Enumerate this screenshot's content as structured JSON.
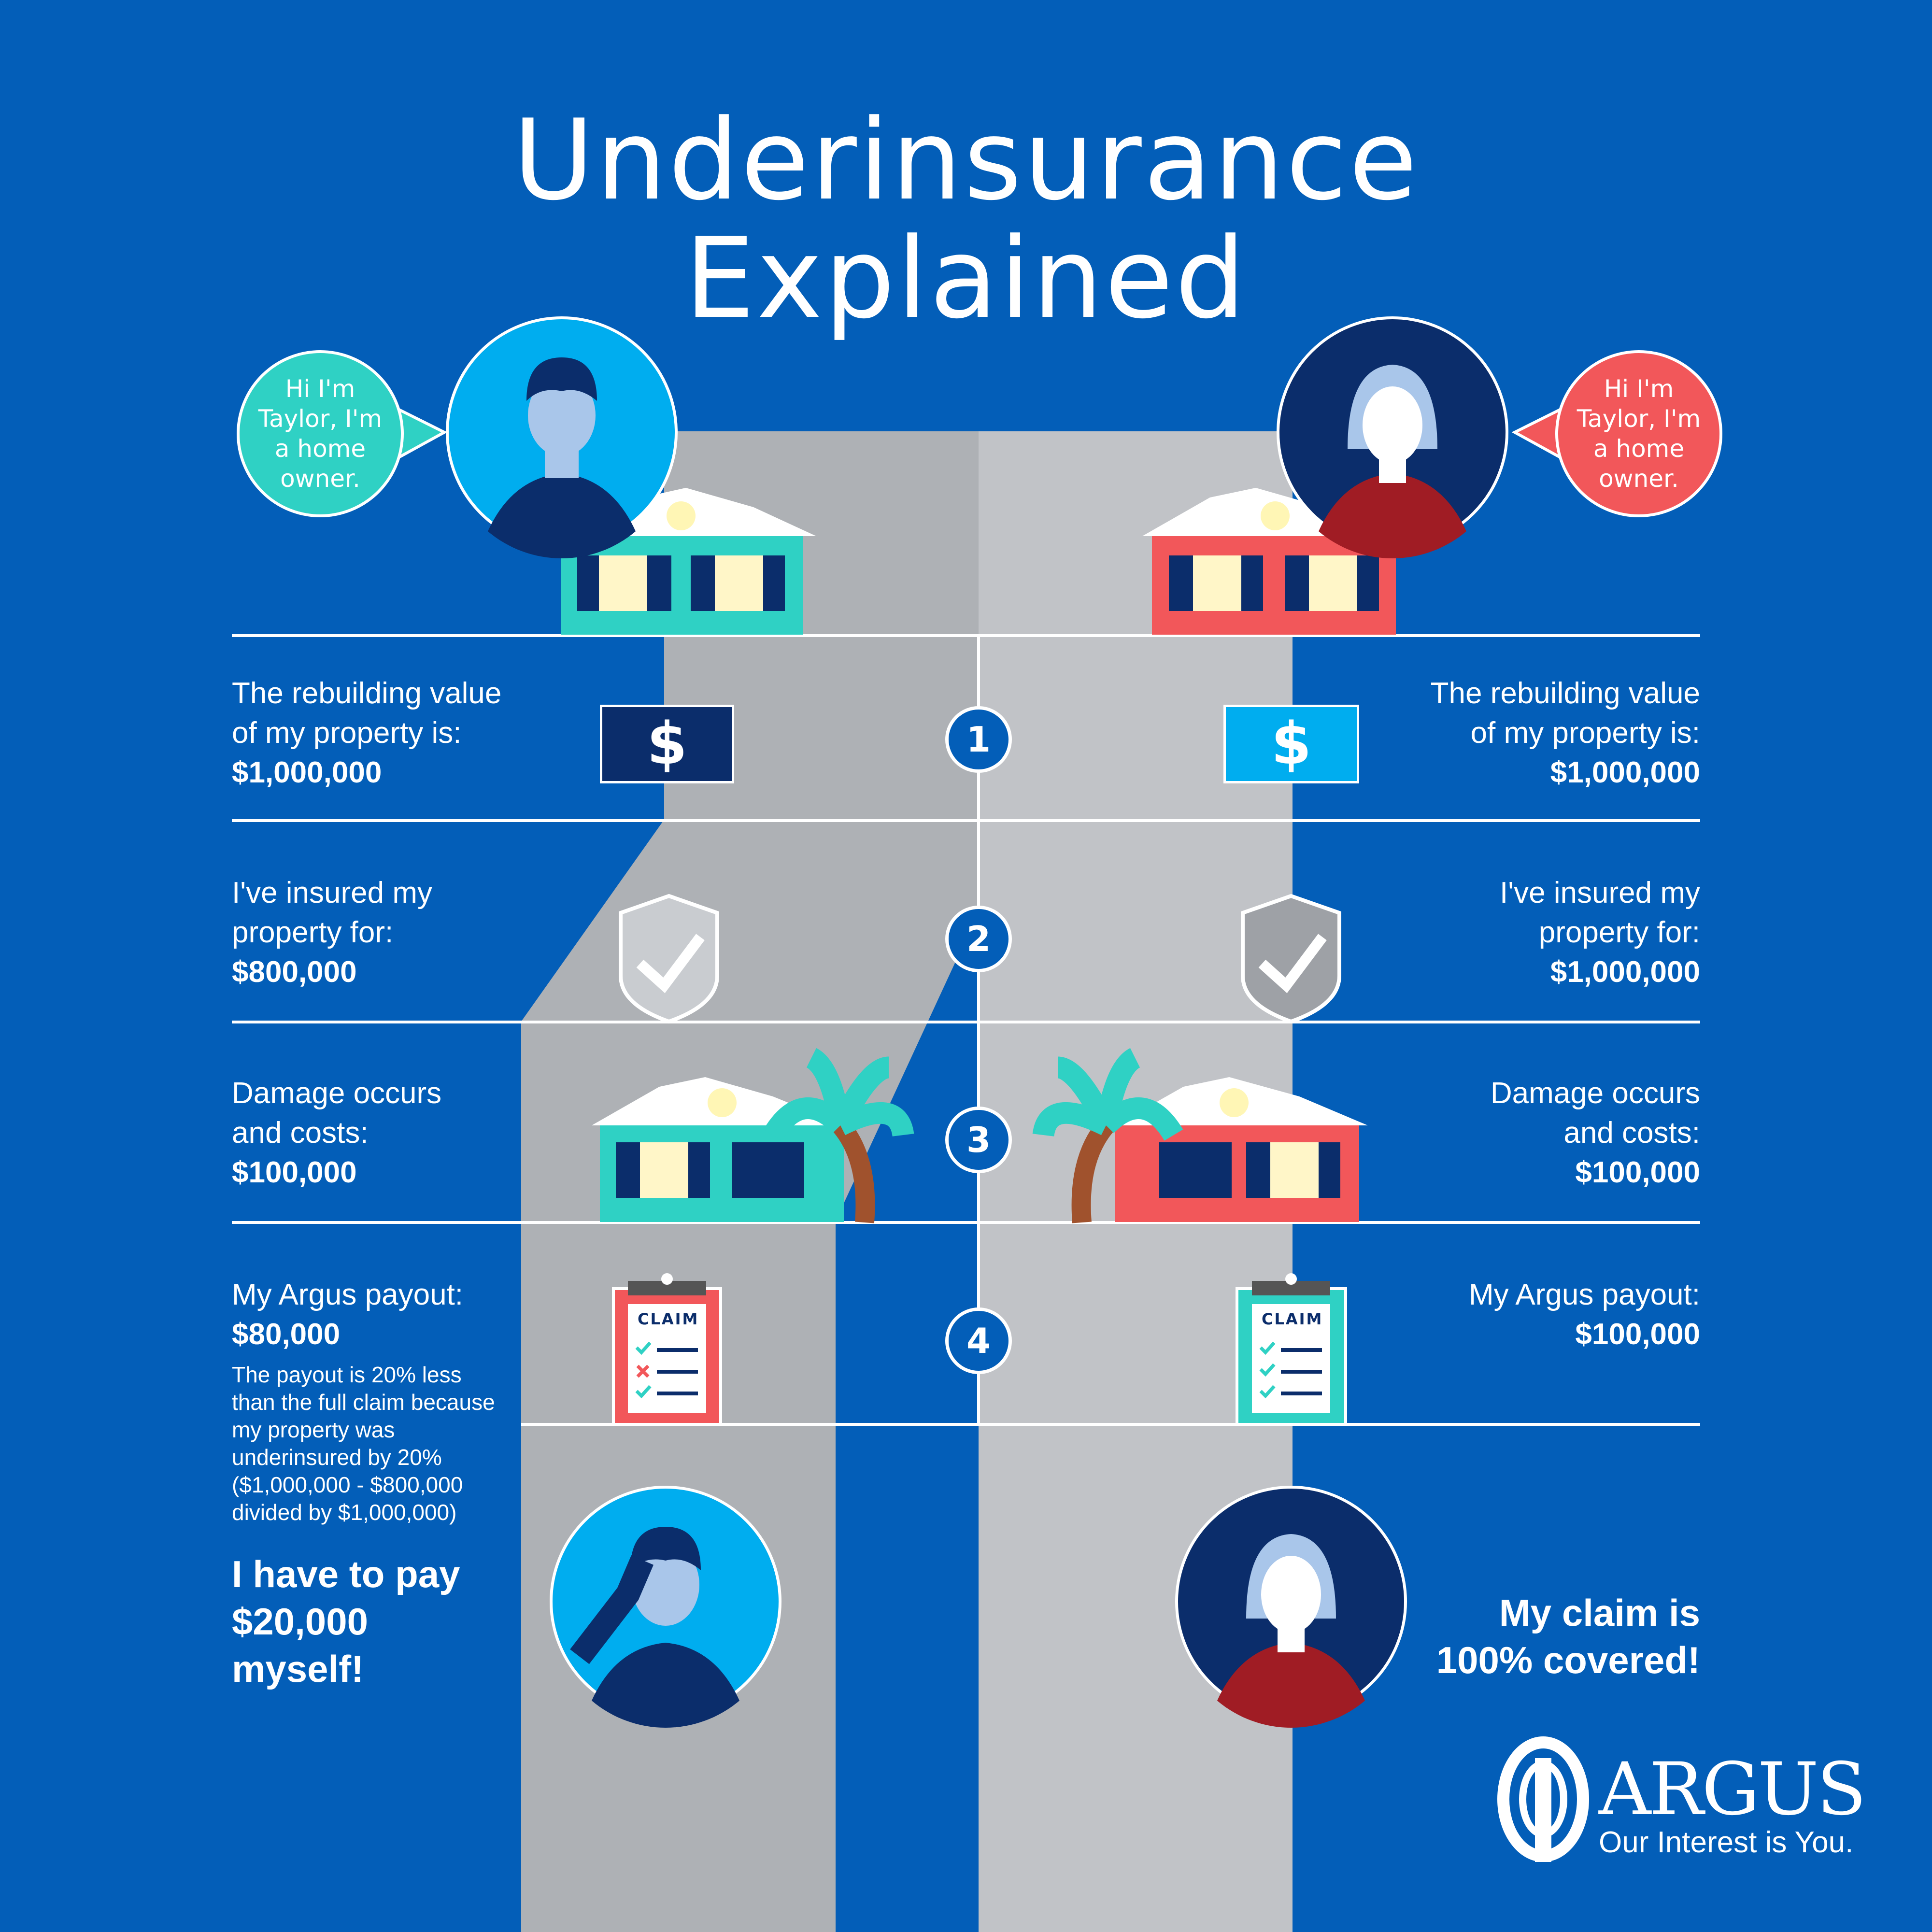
{
  "title": {
    "line1": "Underinsurance",
    "line2": "Explained"
  },
  "colors": {
    "background": "#035eb8",
    "teal": "#2fd1c4",
    "coral": "#f2575a",
    "navy": "#0b2d6b",
    "light_blue": "#00adef",
    "road_left": "#aeb1b5",
    "road_right": "#c1c3c7"
  },
  "left": {
    "bubble": "Hi I'm Taylor, I'm a home owner.",
    "step1": {
      "label1": "The rebuilding value",
      "label2": "of my property is:",
      "value": "$1,000,000"
    },
    "step2": {
      "label1": "I've insured my",
      "label2": "property for:",
      "value": "$800,000"
    },
    "step3": {
      "label1": "Damage occurs",
      "label2": "and costs:",
      "value": "$100,000"
    },
    "step4": {
      "label1": "My Argus payout:",
      "value": "$80,000",
      "note": "The payout is 20% less than the full claim because my property was underinsured by 20% ($1,000,000 - $800,000 divided by $1,000,000)"
    },
    "conclusion": {
      "l1": "I have to pay",
      "l2": "$20,000",
      "l3": "myself!"
    },
    "claim_label": "CLAIM"
  },
  "right": {
    "bubble": "Hi I'm Taylor, I'm a home owner.",
    "step1": {
      "label1": "The rebuilding value",
      "label2": "of my property is:",
      "value": "$1,000,000"
    },
    "step2": {
      "label1": "I've insured my",
      "label2": "property for:",
      "value": "$1,000,000"
    },
    "step3": {
      "label1": "Damage occurs",
      "label2": "and costs:",
      "value": "$100,000"
    },
    "step4": {
      "label1": "My Argus payout:",
      "value": "$100,000"
    },
    "conclusion": {
      "l1": "My claim is",
      "l2": "100% covered!"
    },
    "claim_label": "CLAIM"
  },
  "steps": [
    "1",
    "2",
    "3",
    "4"
  ],
  "dollar_symbol": "$",
  "logo": {
    "name": "ARGUS",
    "tagline": "Our Interest is You."
  }
}
